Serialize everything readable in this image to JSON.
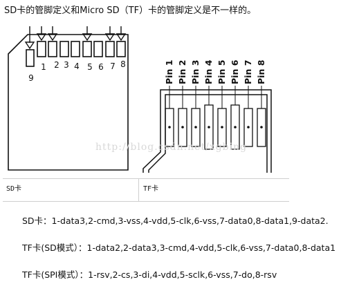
{
  "title": "SD卡的管脚定义和Micro SD（TF）卡的管脚定义是不一样的。",
  "sd_card": {
    "caption": "SD卡",
    "pin_numbers": [
      "1",
      "2",
      "3",
      "4",
      "5",
      "6",
      "7",
      "8"
    ],
    "pin9": "9"
  },
  "tf_card": {
    "caption": "TF卡",
    "pin_labels": [
      "Pin 1",
      "Pin 2",
      "Pin 3",
      "Pin 4",
      "Pin 5",
      "Pin 6",
      "Pin 7",
      "Pin 8"
    ]
  },
  "watermark": "http://blog.csdn.net/xgbing",
  "descriptions": {
    "sd": "SD卡：1-data3,2-cmd,3-vss,4-vdd,5-clk,6-vss,7-data0,8-data1,9-data2.",
    "tf_sd": "TF卡(SD模式）：1-data2,2-data3,3-cmd,4-vdd,5-clk,6-vss,7-data0,8-data1",
    "tf_spi": "TF卡(SPI模式）：1-rsv,2-cs,3-di,4-vdd,5-sclk,6-vss,7-do,8-rsv"
  },
  "colors": {
    "stroke": "#111111",
    "border": "#cfcfcf",
    "watermark": "#d8d8d8"
  }
}
